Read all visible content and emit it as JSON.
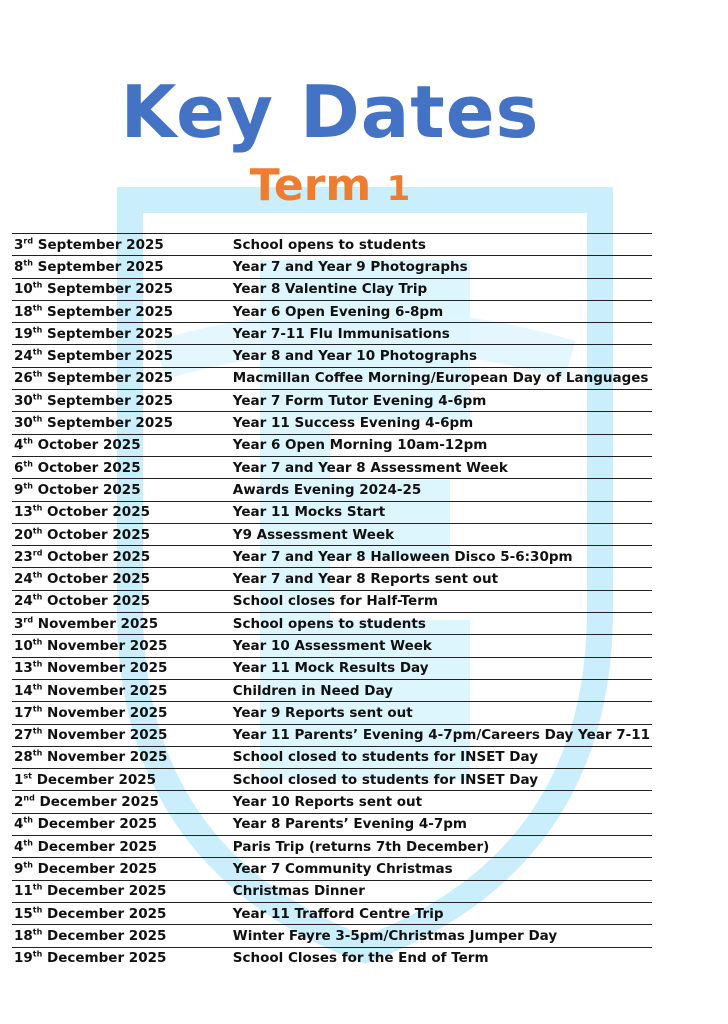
{
  "title": "Key Dates",
  "subtitle": {
    "text": "Term",
    "number": "1"
  },
  "colors": {
    "title": "#4472c4",
    "subtitle": "#ed7d31",
    "watermark": "#bfe9fb"
  },
  "rows": [
    {
      "day": "3",
      "suffix": "rd",
      "rest": "September 2025",
      "event": "School opens to students"
    },
    {
      "day": "8",
      "suffix": "th",
      "rest": "September 2025",
      "event": "Year 7 and Year 9 Photographs"
    },
    {
      "day": "10",
      "suffix": "th",
      "rest": "September 2025",
      "event": "Year 8 Valentine Clay Trip"
    },
    {
      "day": "18",
      "suffix": "th",
      "rest": "September 2025",
      "event": "Year 6 Open Evening 6-8pm"
    },
    {
      "day": "19",
      "suffix": "th",
      "rest": "September 2025",
      "event": "Year 7-11 Flu Immunisations"
    },
    {
      "day": "24",
      "suffix": "th",
      "rest": "September 2025",
      "event": "Year 8 and Year 10 Photographs"
    },
    {
      "day": "26",
      "suffix": "th",
      "rest": "September 2025",
      "event": "Macmillan Coffee Morning/European Day of Languages"
    },
    {
      "day": "30",
      "suffix": "th",
      "rest": "September 2025",
      "event": "Year 7 Form Tutor Evening 4-6pm"
    },
    {
      "day": "30",
      "suffix": "th",
      "rest": "September 2025",
      "event": "Year 11 Success Evening 4-6pm"
    },
    {
      "day": "4",
      "suffix": "th",
      "rest": "October 2025",
      "event": "Year 6 Open Morning 10am-12pm"
    },
    {
      "day": "6",
      "suffix": "th",
      "rest": "October 2025",
      "event": "Year 7 and Year 8 Assessment Week"
    },
    {
      "day": "9",
      "suffix": "th",
      "rest": "October 2025",
      "event": "Awards Evening 2024-25"
    },
    {
      "day": "13",
      "suffix": "th",
      "rest": "October 2025",
      "event": "Year 11 Mocks Start"
    },
    {
      "day": "20",
      "suffix": "th",
      "rest": "October 2025",
      "event": "Y9 Assessment Week"
    },
    {
      "day": "23",
      "suffix": "rd",
      "rest": "October 2025",
      "event": "Year 7 and Year 8 Halloween Disco 5-6:30pm"
    },
    {
      "day": "24",
      "suffix": "th",
      "rest": "October 2025",
      "event": "Year 7 and Year 8 Reports sent out"
    },
    {
      "day": "24",
      "suffix": "th",
      "rest": "October 2025",
      "event": "School closes for Half-Term"
    },
    {
      "day": "3",
      "suffix": "rd",
      "rest": "November 2025",
      "event": "School opens to students"
    },
    {
      "day": "10",
      "suffix": "th",
      "rest": "November 2025",
      "event": "Year 10 Assessment Week"
    },
    {
      "day": "13",
      "suffix": "th",
      "rest": "November 2025",
      "event": "Year 11 Mock Results Day"
    },
    {
      "day": "14",
      "suffix": "th",
      "rest": "November 2025",
      "event": "Children in Need Day"
    },
    {
      "day": "17",
      "suffix": "th",
      "rest": "November 2025",
      "event": "Year 9 Reports sent out"
    },
    {
      "day": "27",
      "suffix": "th",
      "rest": "November 2025",
      "event": "Year 11 Parents’ Evening 4-7pm/Careers Day Year 7-11"
    },
    {
      "day": "28",
      "suffix": "th",
      "rest": "November 2025",
      "event": "School closed to students for INSET Day"
    },
    {
      "day": "1",
      "suffix": "st",
      "rest": "December 2025",
      "event": "School closed to students for INSET Day"
    },
    {
      "day": "2",
      "suffix": "nd",
      "rest": "December 2025",
      "event": "Year 10 Reports sent out"
    },
    {
      "day": "4",
      "suffix": "th",
      "rest": "December 2025",
      "event": "Year 8 Parents’ Evening 4-7pm"
    },
    {
      "day": "4",
      "suffix": "th",
      "rest": "December 2025",
      "event": "Paris Trip (returns 7th December)"
    },
    {
      "day": "9",
      "suffix": "th",
      "rest": "December 2025",
      "event": "Year 7 Community Christmas"
    },
    {
      "day": "11",
      "suffix": "th",
      "rest": "December 2025",
      "event": "Christmas Dinner"
    },
    {
      "day": "15",
      "suffix": "th",
      "rest": "December 2025",
      "event": "Year 11 Trafford Centre Trip"
    },
    {
      "day": "18",
      "suffix": "th",
      "rest": "December 2025",
      "event": "Winter Fayre 3-5pm/Christmas Jumper Day"
    },
    {
      "day": "19",
      "suffix": "th",
      "rest": "December 2025",
      "event": "School Closes for the End of Term"
    }
  ]
}
